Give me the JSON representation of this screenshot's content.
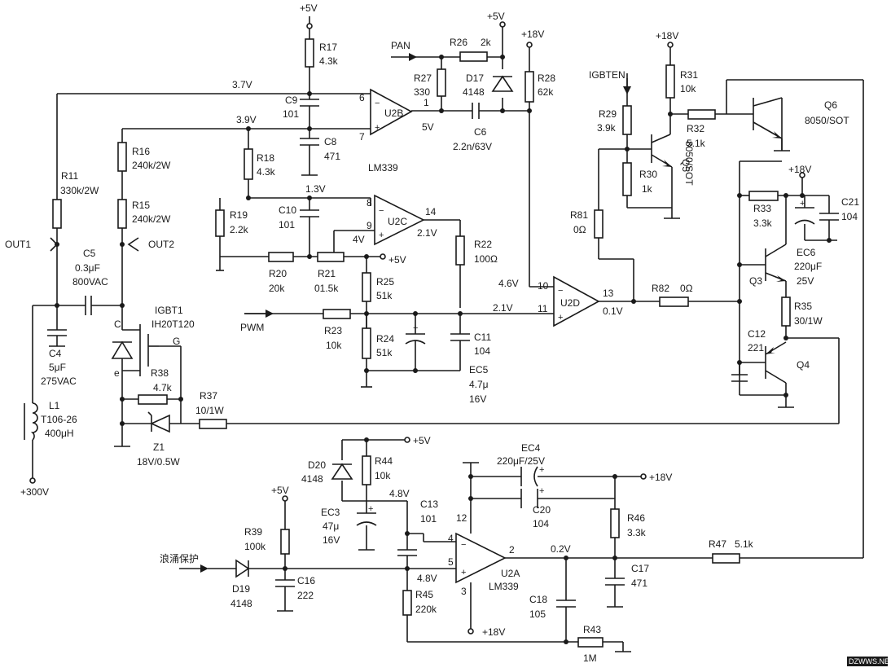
{
  "labels": {
    "v5_top": "+5V",
    "r17": "R17",
    "r17v": "4.3k",
    "v37": "3.7V",
    "v39": "3.9V",
    "c9": "C9",
    "c9v": "101",
    "c8": "C8",
    "c8v": "471",
    "r18": "R18",
    "r18v": "4.3k",
    "lm339_top": "LM339",
    "u2b": "U2B",
    "p6": "6",
    "p7": "7",
    "p1": "1",
    "v5out": "5V",
    "pan": "PAN",
    "r26": "R26",
    "r26v": "2k",
    "v5_b": "+5V",
    "v18_a": "+18V",
    "r27": "R27",
    "r27v": "330",
    "d17": "D17",
    "d17v": "4148",
    "r28": "R28",
    "r28v": "62k",
    "c6": "C6",
    "c6v": "2.2n/63V",
    "igbten": "IGBTEN",
    "v18_b": "+18V",
    "r31": "R31",
    "r31v": "10k",
    "r29": "R29",
    "r29v": "3.9k",
    "r32": "R32",
    "r32v": "5.1k",
    "q6": "Q6",
    "q6v": "8050/SOT",
    "q5": "Q5",
    "q5v": "8050/SOT",
    "r30": "R30",
    "r30v": "1k",
    "r81": "R81",
    "r81v": "0Ω",
    "v18_c": "+18V",
    "r33": "R33",
    "r33v": "3.3k",
    "c21": "C21",
    "c21v": "104",
    "ec6": "EC6",
    "ec6v": "220μF",
    "ec6v2": "25V",
    "q3": "Q3",
    "r35": "R35",
    "r35v": "30/1W",
    "c12": "C12",
    "c12v": "221",
    "q4": "Q4",
    "r11": "R11",
    "r11v": "330k/2W",
    "r16": "R16",
    "r16v": "240k/2W",
    "r15": "R15",
    "r15v": "240k/2W",
    "out1": "OUT1",
    "out2": "OUT2",
    "c5": "C5",
    "c5v": "0.3μF",
    "c5v2": "800VAC",
    "r19": "R19",
    "r19v": "2.2k",
    "c10": "C10",
    "c10v": "101",
    "v13": "1.3V",
    "p8": "8",
    "p9": "9",
    "p14": "14",
    "u2c": "U2C",
    "v4": "4V",
    "v21a": "2.1V",
    "r22": "R22",
    "r22v": "100Ω",
    "r20": "R20",
    "r20v": "20k",
    "r21": "R21",
    "r21v": "01.5k",
    "v5_c": "+5V",
    "r25": "R25",
    "r25v": "51k",
    "v46": "4.6V",
    "p10": "10",
    "p11": "11",
    "p13": "13",
    "u2d": "U2D",
    "v21b": "2.1V",
    "v01": "0.1V",
    "r82": "R82",
    "r82v": "0Ω",
    "pwm": "PWM",
    "r23": "R23",
    "r23v": "10k",
    "r24": "R24",
    "r24v": "51k",
    "c11": "C11",
    "c11v": "104",
    "ec5": "EC5",
    "ec5v": "4.7μ",
    "ec5v2": "16V",
    "c4": "C4",
    "c4v": "5μF",
    "c4v2": "275VAC",
    "igbt1": "IGBT1",
    "igbt1v": "IH20T120",
    "gc": "C",
    "ge": "e",
    "gg": "G",
    "r38": "R38",
    "r38v": "4.7k",
    "r37": "R37",
    "r37v": "10/1W",
    "z1": "Z1",
    "z1v": "18V/0.5W",
    "l1": "L1",
    "l1v": "T106-26",
    "l1v2": "400μH",
    "v300": "+300V",
    "d20": "D20",
    "d20v": "4148",
    "r44": "R44",
    "r44v": "10k",
    "v5_d": "+5V",
    "ec4": "EC4",
    "ec4v": "220μF/25V",
    "v18_d": "+18V",
    "c20": "C20",
    "c20v": "104",
    "v48a": "4.8V",
    "c13": "C13",
    "c13v": "101",
    "ec3": "EC3",
    "ec3v": "47μ",
    "ec3v2": "16V",
    "p12": "12",
    "p4": "4",
    "p5": "5",
    "p2": "2",
    "p3": "3",
    "v02": "0.2V",
    "u2a": "U2A",
    "lm339_bot": "LM339",
    "r46": "R46",
    "r46v": "3.3k",
    "r47": "R47",
    "r47v": "5.1k",
    "c17": "C17",
    "c17v": "471",
    "v5_e": "+5V",
    "r39": "R39",
    "r39v": "100k",
    "surge": "浪涌保护",
    "d19": "D19",
    "d19v": "4148",
    "c16": "C16",
    "c16v": "222",
    "v48b": "4.8V",
    "r45": "R45",
    "r45v": "220k",
    "c18": "C18",
    "c18v": "105",
    "v18_e": "+18V",
    "r43": "R43",
    "r43v": "1M",
    "watermark": "DZWWS.NET"
  }
}
